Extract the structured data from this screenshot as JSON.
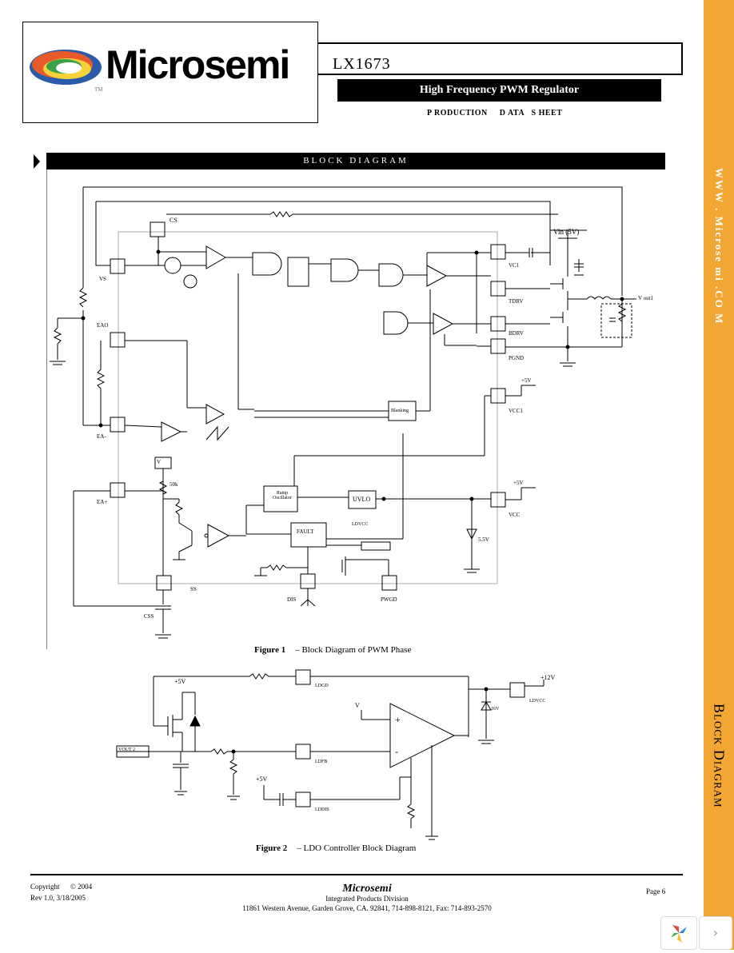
{
  "header": {
    "logo_text": "Microsemi",
    "trademark": "TM",
    "part_number": "LX1673",
    "title": "High Frequency PWM Regulator",
    "subtitle": "P RODUCTION     D ATA   S HEET"
  },
  "section": {
    "title": "BLOCK DIAGRAM"
  },
  "side_tab": {
    "url": "WWW . Microse mi .CO M",
    "title": "Block Diagram"
  },
  "figure1": {
    "label": "Figure 1",
    "caption": "– Block Diagram of PWM Phase",
    "pins": [
      "CS",
      "VS",
      "EAO",
      "EA-",
      "EA+",
      "SS",
      "VC1",
      "TDRV",
      "BDRV",
      "PGND",
      "VCC1",
      "VCC",
      "DIS",
      "PWGD"
    ],
    "blocks": [
      "Ramp Oscillator",
      "UVLO",
      "FAULT",
      "Blanking"
    ],
    "labels": {
      "vin": "Vin (5V)",
      "vout": "V out1",
      "plus5v_a": "+5V",
      "plus5v_b": "+5V",
      "vref": "V",
      "r50k": "50k",
      "zener": "5.5V",
      "ldvcc": "LDVCC",
      "css": "CSS"
    }
  },
  "figure2": {
    "label": "Figure 2",
    "caption": "– LDO Controller Block Diagram",
    "pins": [
      "LDGD",
      "LDFB",
      "LDDIS",
      "LDVCC"
    ],
    "labels": {
      "plus5v": "+5V",
      "plus12v": "+12V",
      "plus5v_bottom": "+5V",
      "vref": "V",
      "vout": "VOUT 2",
      "zener": "16V",
      "plus": "+",
      "minus": "-"
    }
  },
  "footer": {
    "copyright": "Copyright",
    "copyright_year": "© 2004",
    "rev": "Rev 1.0, 3/18/2005",
    "company": "Microsemi",
    "division": "Integrated Products Division",
    "address": "11861 Western Avenue, Garden Grove, CA. 92841, 714-898-8121, Fax: 714-893-2570",
    "page": "Page 6"
  },
  "colors": {
    "side_tab": "#f2a735"
  }
}
